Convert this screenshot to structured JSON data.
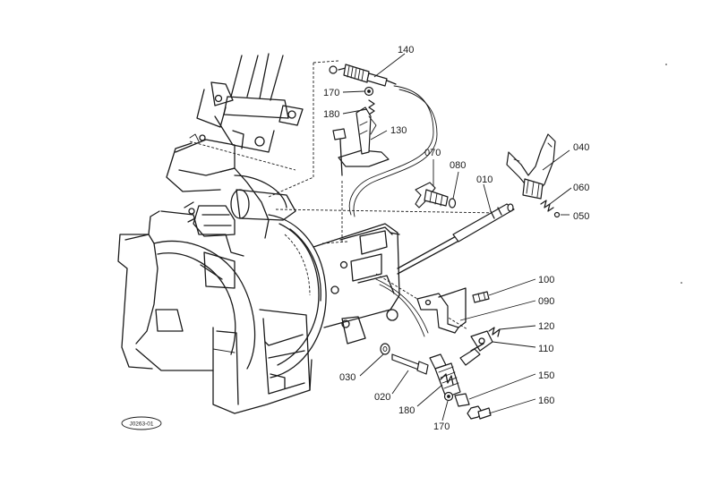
{
  "drawing_ref": "J0263-01",
  "callouts": {
    "c010": "010",
    "c020": "020",
    "c030": "030",
    "c040": "040",
    "c050": "050",
    "c060": "060",
    "c070": "070",
    "c080": "080",
    "c090": "090",
    "c100": "100",
    "c110": "110",
    "c120": "120",
    "c130": "130",
    "c140": "140",
    "c150": "150",
    "c160": "160",
    "c170a": "170",
    "c170b": "170",
    "c180a": "180",
    "c180b": "180"
  }
}
